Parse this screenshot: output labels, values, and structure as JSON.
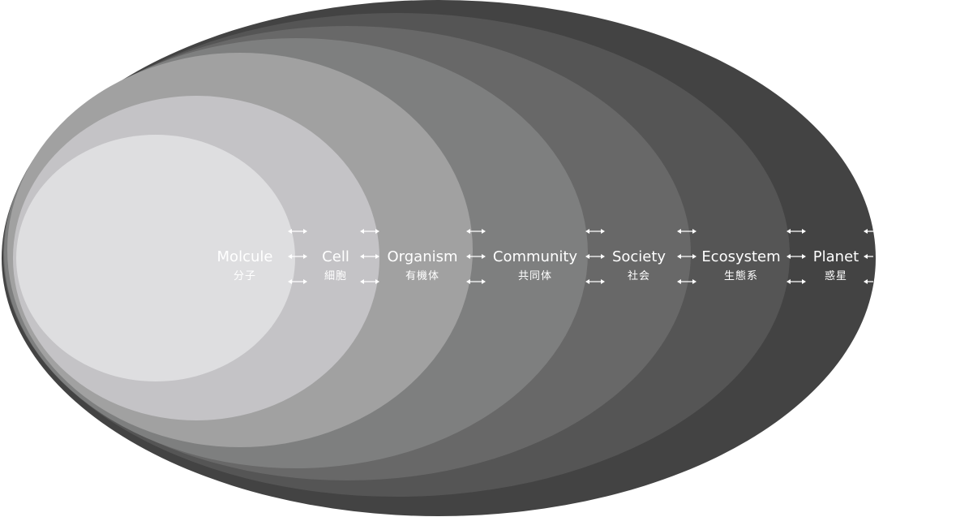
{
  "diagram": {
    "levels": [
      {
        "id": "molecule",
        "en": "Molcule",
        "ja": "分子",
        "color": "#dedee0"
      },
      {
        "id": "cell",
        "en": "Cell",
        "ja": "細胞",
        "color": "#c4c3c6"
      },
      {
        "id": "organism",
        "en": "Organism",
        "ja": "有機体",
        "color": "#a1a1a1"
      },
      {
        "id": "community",
        "en": "Community",
        "ja": "共同体",
        "color": "#7e7f7f"
      },
      {
        "id": "society",
        "en": "Society",
        "ja": "社会",
        "color": "#686868"
      },
      {
        "id": "ecosystem",
        "en": "Ecosystem",
        "ja": "生態系",
        "color": "#555555"
      },
      {
        "id": "planet",
        "en": "Planet",
        "ja": "惑星",
        "color": "#434343"
      }
    ],
    "arrow_symbol": "double-headed-arrow",
    "label_color": "#ffffff",
    "background_color": "#ffffff"
  }
}
